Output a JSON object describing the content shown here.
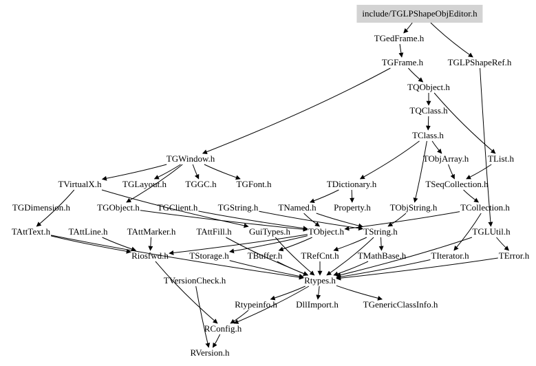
{
  "diagram": {
    "root": "include/TGLPShapeObjEditor.h",
    "nodes": [
      {
        "id": "root",
        "label": "include/TGLPShapeObjEditor.h"
      },
      {
        "id": "TGedFrame",
        "label": "TGedFrame.h"
      },
      {
        "id": "TGLPShapeRef",
        "label": "TGLPShapeRef.h"
      },
      {
        "id": "TGFrame",
        "label": "TGFrame.h"
      },
      {
        "id": "TQObject",
        "label": "TQObject.h"
      },
      {
        "id": "TQClass",
        "label": "TQClass.h"
      },
      {
        "id": "TClass",
        "label": "TClass.h"
      },
      {
        "id": "TGWindow",
        "label": "TGWindow.h"
      },
      {
        "id": "TObjArray",
        "label": "TObjArray.h"
      },
      {
        "id": "TList",
        "label": "TList.h"
      },
      {
        "id": "TVirtualX",
        "label": "TVirtualX.h"
      },
      {
        "id": "TGLayout",
        "label": "TGLayout.h"
      },
      {
        "id": "TGGC",
        "label": "TGGC.h"
      },
      {
        "id": "TGFont",
        "label": "TGFont.h"
      },
      {
        "id": "TDictionary",
        "label": "TDictionary.h"
      },
      {
        "id": "TSeqCollection",
        "label": "TSeqCollection.h"
      },
      {
        "id": "TGDimension",
        "label": "TGDimension.h"
      },
      {
        "id": "TGObject",
        "label": "TGObject.h"
      },
      {
        "id": "TGClient",
        "label": "TGClient.h"
      },
      {
        "id": "TGString",
        "label": "TGString.h"
      },
      {
        "id": "TNamed",
        "label": "TNamed.h"
      },
      {
        "id": "Property",
        "label": "Property.h"
      },
      {
        "id": "TObjString",
        "label": "TObjString.h"
      },
      {
        "id": "TCollection",
        "label": "TCollection.h"
      },
      {
        "id": "TAttText",
        "label": "TAttText.h"
      },
      {
        "id": "TAttLine",
        "label": "TAttLine.h"
      },
      {
        "id": "TAttMarker",
        "label": "TAttMarker.h"
      },
      {
        "id": "TAttFill",
        "label": "TAttFill.h"
      },
      {
        "id": "GuiTypes",
        "label": "GuiTypes.h"
      },
      {
        "id": "TObject",
        "label": "TObject.h"
      },
      {
        "id": "TString",
        "label": "TString.h"
      },
      {
        "id": "TGLUtil",
        "label": "TGLUtil.h"
      },
      {
        "id": "Riosfwd",
        "label": "Riosfwd.h"
      },
      {
        "id": "TStorage",
        "label": "TStorage.h"
      },
      {
        "id": "TBuffer",
        "label": "TBuffer.h"
      },
      {
        "id": "TRefCnt",
        "label": "TRefCnt.h"
      },
      {
        "id": "TMathBase",
        "label": "TMathBase.h"
      },
      {
        "id": "TIterator",
        "label": "TIterator.h"
      },
      {
        "id": "TError",
        "label": "TError.h"
      },
      {
        "id": "TVersionCheck",
        "label": "TVersionCheck.h"
      },
      {
        "id": "Rtypes",
        "label": "Rtypes.h"
      },
      {
        "id": "Rtypeinfo",
        "label": "Rtypeinfo.h"
      },
      {
        "id": "DllImport",
        "label": "DllImport.h"
      },
      {
        "id": "TGenericClassInfo",
        "label": "TGenericClassInfo.h"
      },
      {
        "id": "RConfig",
        "label": "RConfig.h"
      },
      {
        "id": "RVersion",
        "label": "RVersion.h"
      }
    ],
    "edges": [
      [
        "root",
        "TGedFrame"
      ],
      [
        "root",
        "TGLPShapeRef"
      ],
      [
        "TGedFrame",
        "TGFrame"
      ],
      [
        "TGFrame",
        "TQObject"
      ],
      [
        "TGFrame",
        "TGWindow"
      ],
      [
        "TQObject",
        "TQClass"
      ],
      [
        "TQObject",
        "TList"
      ],
      [
        "TQClass",
        "TClass"
      ],
      [
        "TClass",
        "TObjArray"
      ],
      [
        "TClass",
        "TDictionary"
      ],
      [
        "TClass",
        "TObjString"
      ],
      [
        "TObjArray",
        "TSeqCollection"
      ],
      [
        "TList",
        "TSeqCollection"
      ],
      [
        "TSeqCollection",
        "TCollection"
      ],
      [
        "TCollection",
        "TIterator"
      ],
      [
        "TCollection",
        "TObject"
      ],
      [
        "TDictionary",
        "TNamed"
      ],
      [
        "TDictionary",
        "Property"
      ],
      [
        "TGWindow",
        "TVirtualX"
      ],
      [
        "TGWindow",
        "TGLayout"
      ],
      [
        "TGWindow",
        "TGGC"
      ],
      [
        "TGWindow",
        "TGFont"
      ],
      [
        "TGWindow",
        "TGObject"
      ],
      [
        "TGObject",
        "TObject"
      ],
      [
        "TGClient",
        "TObject"
      ],
      [
        "TGString",
        "TString"
      ],
      [
        "TNamed",
        "TString"
      ],
      [
        "TNamed",
        "TObject"
      ],
      [
        "TObjString",
        "TString"
      ],
      [
        "TVirtualX",
        "TAttText"
      ],
      [
        "TVirtualX",
        "GuiTypes"
      ],
      [
        "TAttText",
        "Riosfwd"
      ],
      [
        "TAttText",
        "Rtypes"
      ],
      [
        "TAttLine",
        "Riosfwd"
      ],
      [
        "TAttMarker",
        "Riosfwd"
      ],
      [
        "TAttFill",
        "Rtypes"
      ],
      [
        "GuiTypes",
        "Rtypes"
      ],
      [
        "TObject",
        "TStorage"
      ],
      [
        "TObject",
        "TBuffer"
      ],
      [
        "TObject",
        "Riosfwd"
      ],
      [
        "TString",
        "TRefCnt"
      ],
      [
        "TString",
        "TMathBase"
      ],
      [
        "TString",
        "Rtypes"
      ],
      [
        "TGLUtil",
        "TError"
      ],
      [
        "TGLUtil",
        "Rtypes"
      ],
      [
        "TGLPShapeRef",
        "TGLUtil"
      ],
      [
        "TStorage",
        "Rtypes"
      ],
      [
        "TBuffer",
        "Rtypes"
      ],
      [
        "TRefCnt",
        "Rtypes"
      ],
      [
        "TMathBase",
        "Rtypes"
      ],
      [
        "TIterator",
        "Rtypes"
      ],
      [
        "TError",
        "Rtypes"
      ],
      [
        "TVersionCheck",
        "RVersion"
      ],
      [
        "Rtypes",
        "RConfig"
      ],
      [
        "Rtypes",
        "Rtypeinfo"
      ],
      [
        "Rtypes",
        "DllImport"
      ],
      [
        "Rtypes",
        "TGenericClassInfo"
      ],
      [
        "Riosfwd",
        "RConfig"
      ],
      [
        "Rtypeinfo",
        "RConfig"
      ],
      [
        "RConfig",
        "RVersion"
      ]
    ]
  }
}
